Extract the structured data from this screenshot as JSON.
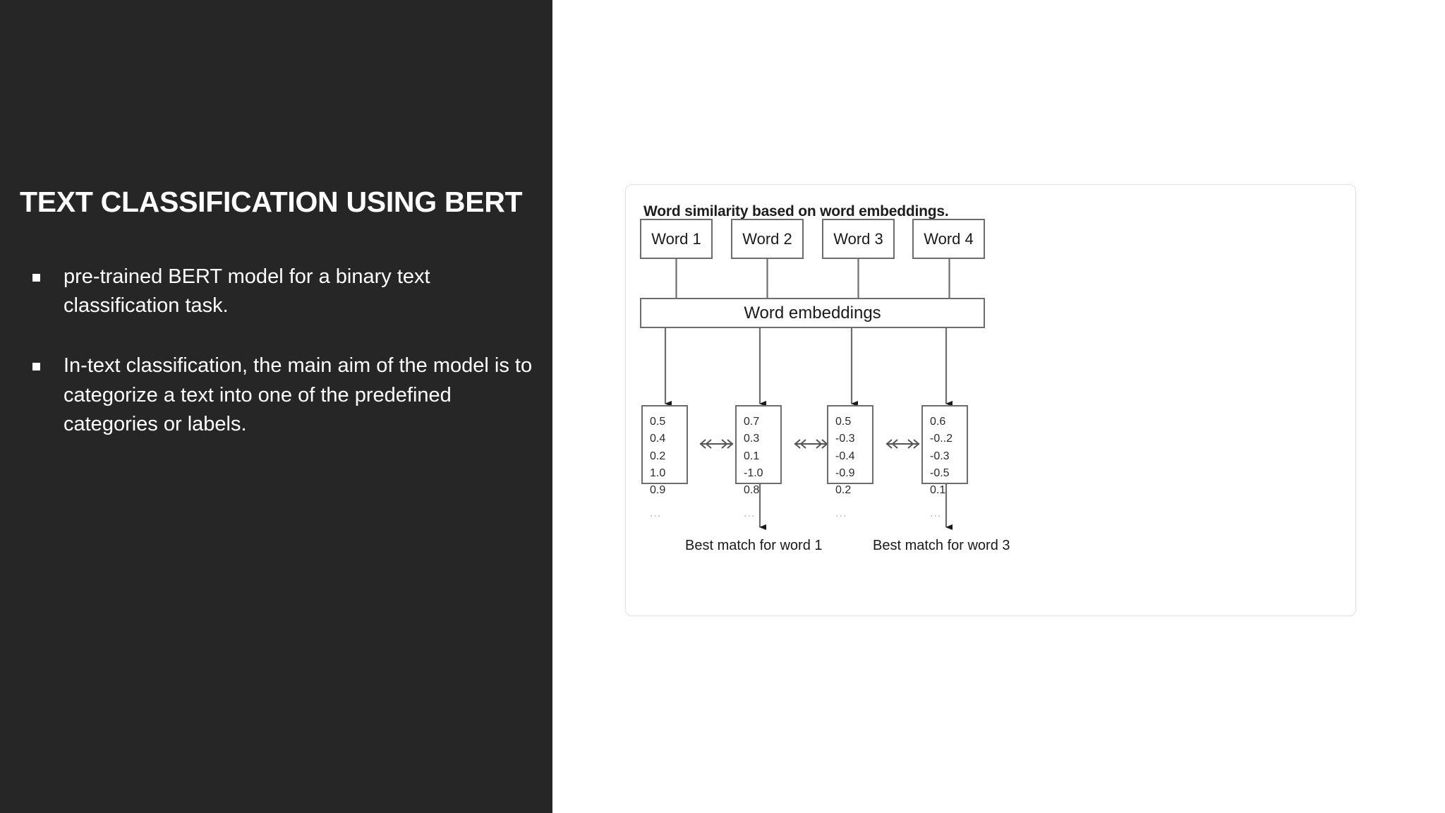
{
  "slide": {
    "title": "TEXT CLASSIFICATION USING BERT",
    "bullets": [
      "pre-trained BERT model for a binary text classification task.",
      " In-text classification, the main aim of the model is to categorize a text into one of the predefined categories or labels."
    ],
    "background_color": "#262626",
    "text_color": "#ffffff"
  },
  "diagram": {
    "caption": "Word similarity based on word embeddings.",
    "word_boxes": [
      {
        "label": "Word 1"
      },
      {
        "label": "Word 2"
      },
      {
        "label": "Word 3"
      },
      {
        "label": "Word 4"
      }
    ],
    "embeddings_label": "Word  embeddings",
    "vectors": [
      {
        "values": [
          "0.5",
          "0.4",
          "0.2",
          "1.0",
          "0.9"
        ],
        "ellipsis": "..."
      },
      {
        "values": [
          "0.7",
          "0.3",
          "0.1",
          "-1.0",
          "0.8"
        ],
        "ellipsis": "..."
      },
      {
        "values": [
          "0.5",
          "-0.3",
          "-0.4",
          "-0.9",
          "0.2"
        ],
        "ellipsis": "..."
      },
      {
        "values": [
          "0.6",
          "-0..2",
          "-0.3",
          "-0.5",
          "0.1"
        ],
        "ellipsis": "..."
      }
    ],
    "match_labels": [
      "Best match for word 1",
      "Best match for word 3"
    ],
    "line_color": "#6d6d6d",
    "arrow_color": "#555555"
  }
}
